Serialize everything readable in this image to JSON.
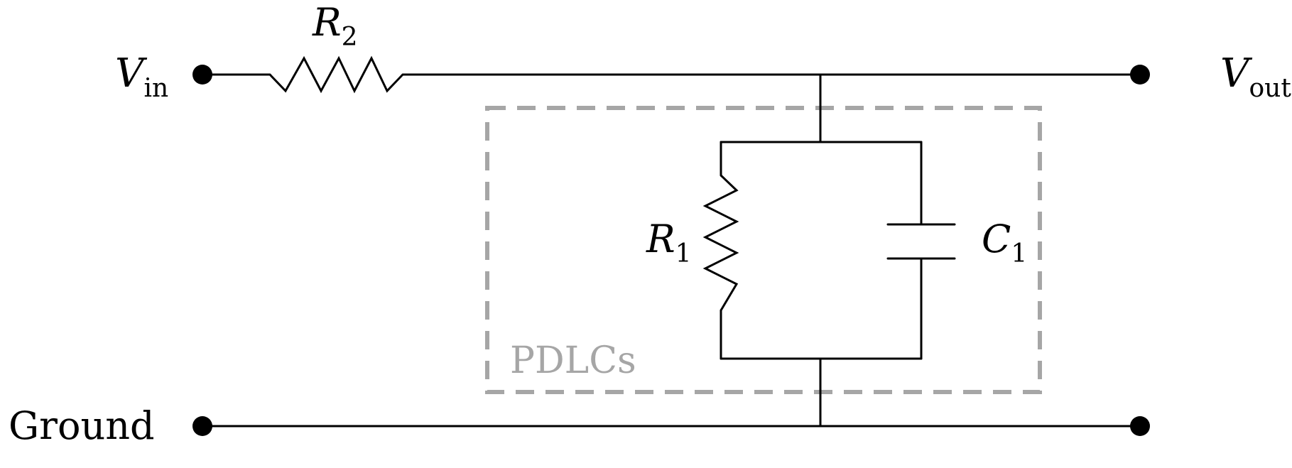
{
  "diagram": {
    "labels": {
      "vin": {
        "symbol": "V",
        "sub": "in"
      },
      "vout": {
        "symbol": "V",
        "sub": "out"
      },
      "ground": "Ground",
      "r2": {
        "symbol": "R",
        "sub": "2"
      },
      "r1": {
        "symbol": "R",
        "sub": "1"
      },
      "c1": {
        "symbol": "C",
        "sub": "1"
      },
      "group": "PDLCs"
    },
    "colors": {
      "wire": "#000000",
      "group_box": "#a6a6a6"
    }
  }
}
